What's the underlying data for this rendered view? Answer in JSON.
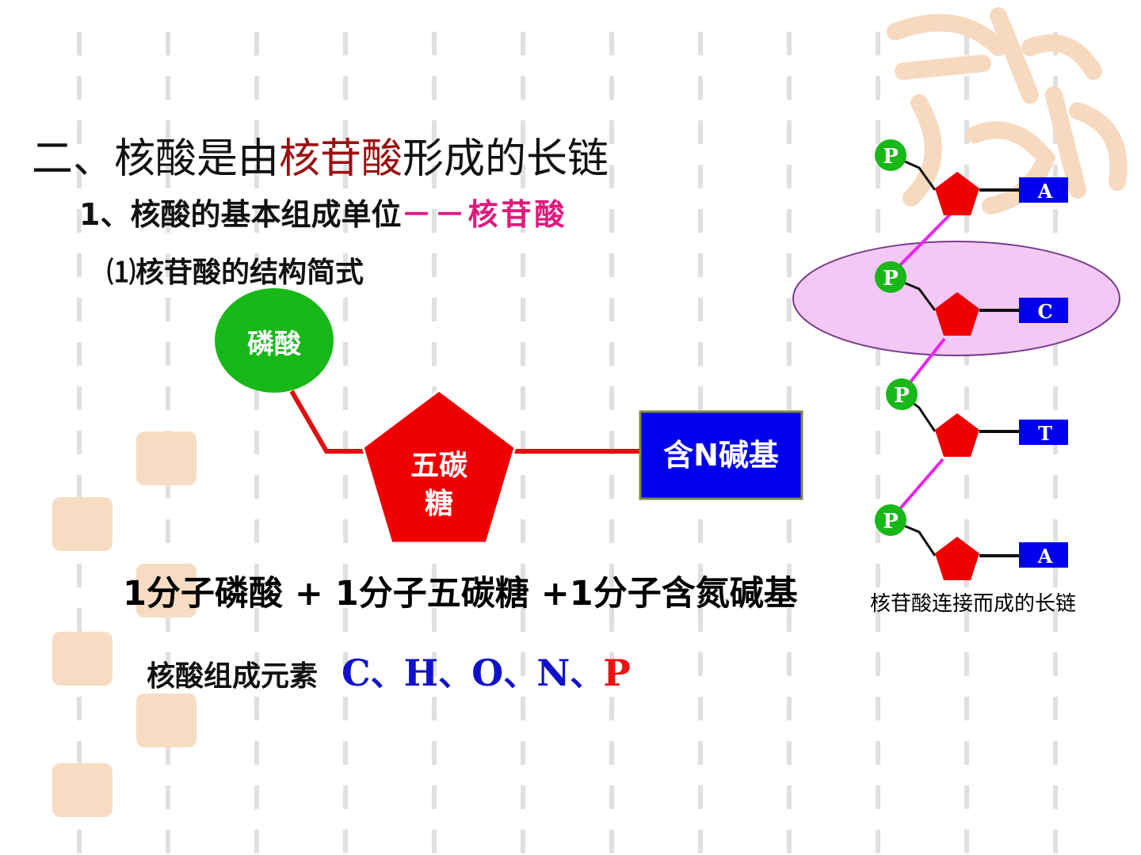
{
  "title": {
    "part1": "二、核酸是由",
    "highlight": "核苷酸",
    "part2": "形成的长链"
  },
  "subtitle1": {
    "text": "1、核酸的基本组成单位",
    "accent": "－－核苷酸"
  },
  "subtitle2": "⑴核苷酸的结构简式",
  "diagram": {
    "phosphate": "磷酸",
    "sugar_line1": "五碳",
    "sugar_line2": "糖",
    "base": "含N碱基"
  },
  "equation": "1分子磷酸 + 1分子五碳糖 +1分子含氮碱基",
  "elements": {
    "label": "核酸组成元素",
    "items": [
      "C",
      "H",
      "O",
      "N",
      "P"
    ],
    "separator": "、"
  },
  "chain": {
    "phosphate_symbol": "P",
    "bases": [
      "A",
      "C",
      "T",
      "A"
    ],
    "caption": "核苷酸连接而成的长链"
  },
  "colors": {
    "phosphate_green": "#17b817",
    "sugar_red": "#ee0000",
    "base_blue": "#0000ee",
    "link_magenta": "#ee22ee",
    "highlight_ellipse": "#f4c8f4",
    "title_highlight": "#9b1010",
    "accent_pink": "#e0197d"
  }
}
